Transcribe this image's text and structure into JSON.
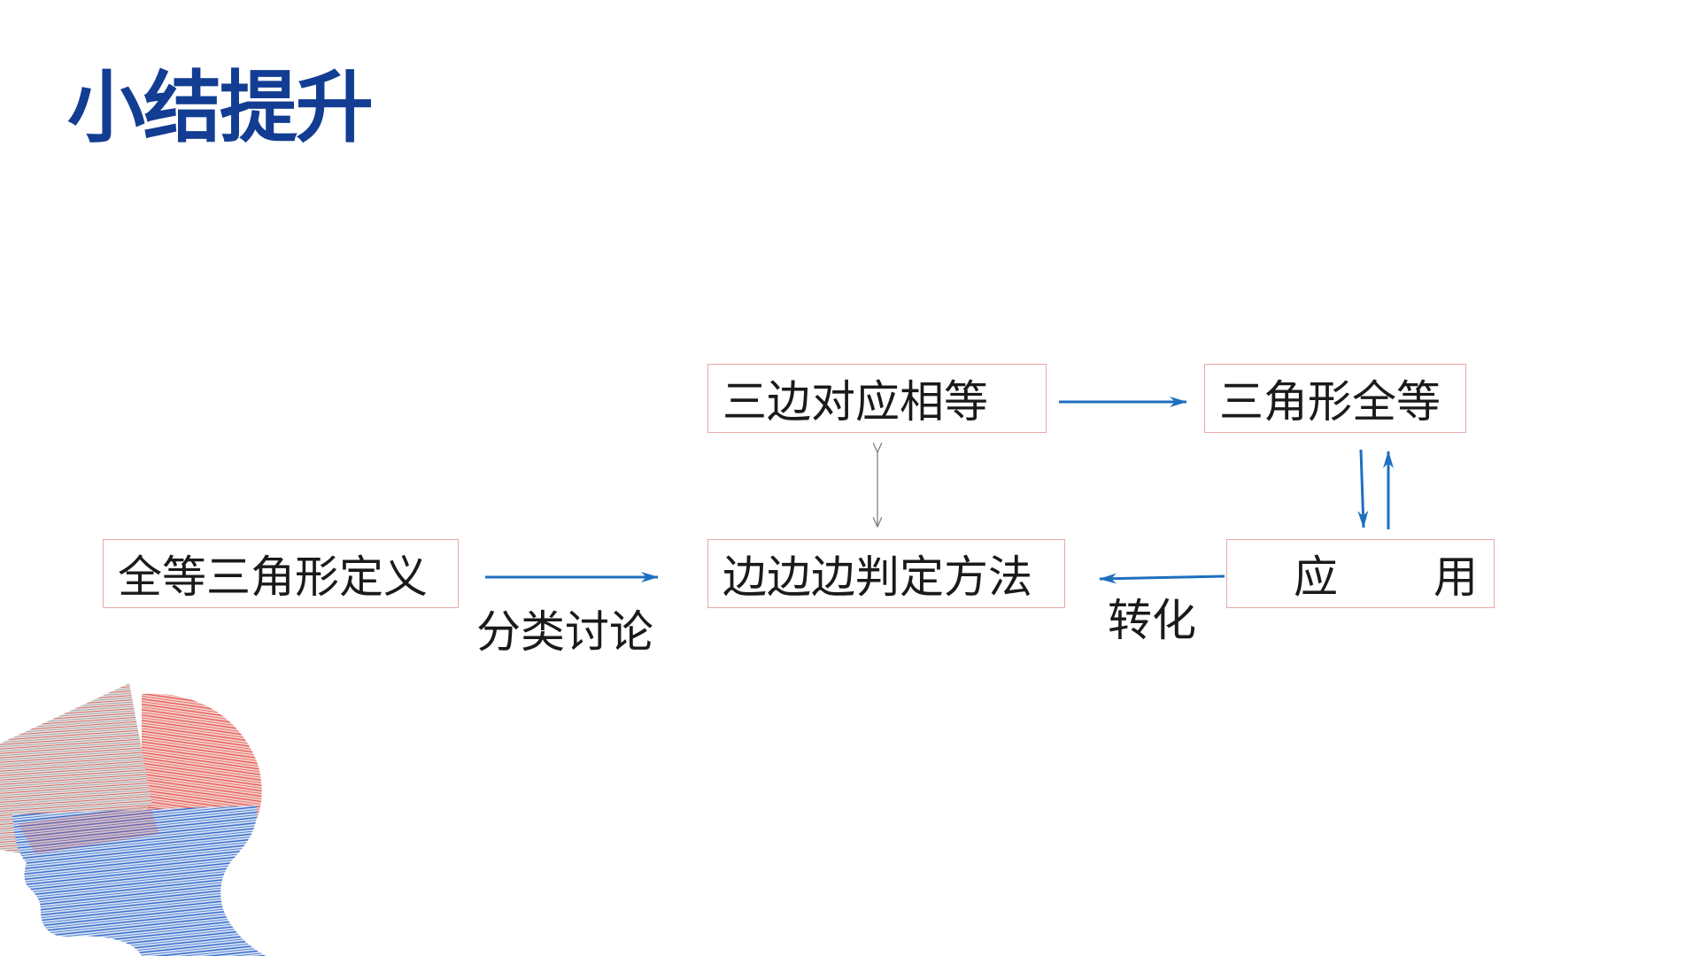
{
  "slide": {
    "title": "小结提升"
  },
  "diagram": {
    "nodes": {
      "definition": "全等三角形定义",
      "sss_equal": "三边对应相等",
      "sss_method": "边边边判定方法",
      "congruent": "三角形全等",
      "apply_left": "应",
      "apply_right": "用"
    },
    "edge_labels": {
      "classify": "分类讨论",
      "transform": "转化"
    }
  },
  "colors": {
    "title": "#123d92",
    "arrow": "#1f6fc0",
    "box_border": "#e8a9a9",
    "thin_arrow": "#777777",
    "art_red": "#e5574f",
    "art_blue": "#2e66c7"
  }
}
